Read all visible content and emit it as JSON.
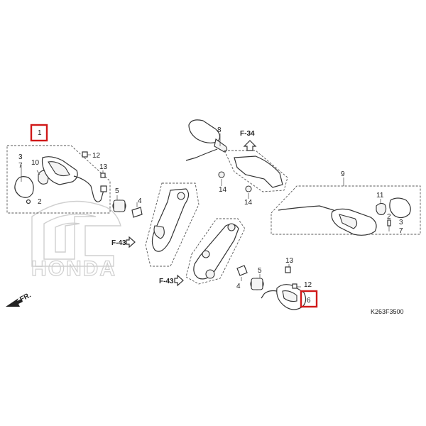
{
  "callouts": {
    "c1": "1",
    "c3a": "3",
    "c7a": "7",
    "c10": "10",
    "c12a": "12",
    "c13a": "13",
    "c2a": "2",
    "c5a": "5",
    "c4a": "4",
    "c8": "8",
    "c14a": "14",
    "c14b": "14",
    "c9": "9",
    "c11": "11",
    "c2b": "2",
    "c3b": "3",
    "c7b": "7",
    "c13b": "13",
    "c5b": "5",
    "c4b": "4",
    "c12b": "12",
    "c6": "6"
  },
  "refs": {
    "f34": "F-34",
    "f43a": "F-43",
    "f43b": "F-43"
  },
  "direction_label": "FR.",
  "diagram_code": "K263F3500",
  "watermark_text": "HONDA",
  "highlight_color": "#d01818"
}
